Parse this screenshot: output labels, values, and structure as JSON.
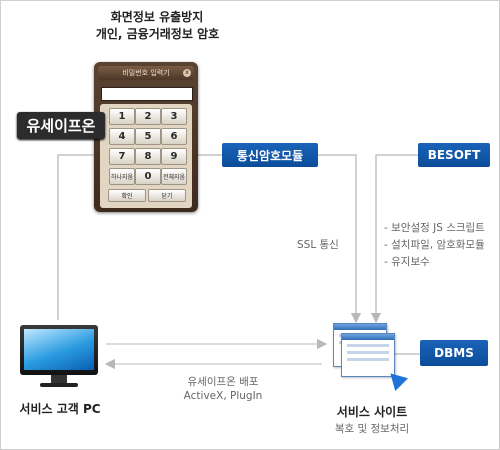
{
  "header": {
    "line1": "화면정보 유출방지",
    "line2": "개인, 금융거래정보 암호"
  },
  "keypad": {
    "title": "비밀번호 입력기",
    "close": "x",
    "digits": [
      "1",
      "2",
      "3",
      "4",
      "5",
      "6",
      "7",
      "8",
      "9"
    ],
    "clear": "하나지움",
    "zero": "0",
    "clear_all": "전체지움",
    "confirm": "확인",
    "close_button": "닫기"
  },
  "labels": {
    "useipon": "유세이프온",
    "comm_module": "통신암호모듈",
    "besoft": "BESOFT",
    "dbms": "DBMS",
    "ssl": "SSL 통신",
    "besoft_items": [
      "- 보안설정 JS 스크립트",
      "- 설치파일, 암호화모듈",
      "- 유지보수"
    ],
    "dist1": "유세이프온 배포",
    "dist2": "ActiveX, PlugIn",
    "pc": "서비스 고객 PC",
    "site": "서비스 사이트",
    "site_sub": "복호 및 정보처리"
  },
  "colors": {
    "brand_blue": "#0d51a0",
    "line_grey": "#b8b8b8",
    "dark_label": "#2c2c2c"
  }
}
